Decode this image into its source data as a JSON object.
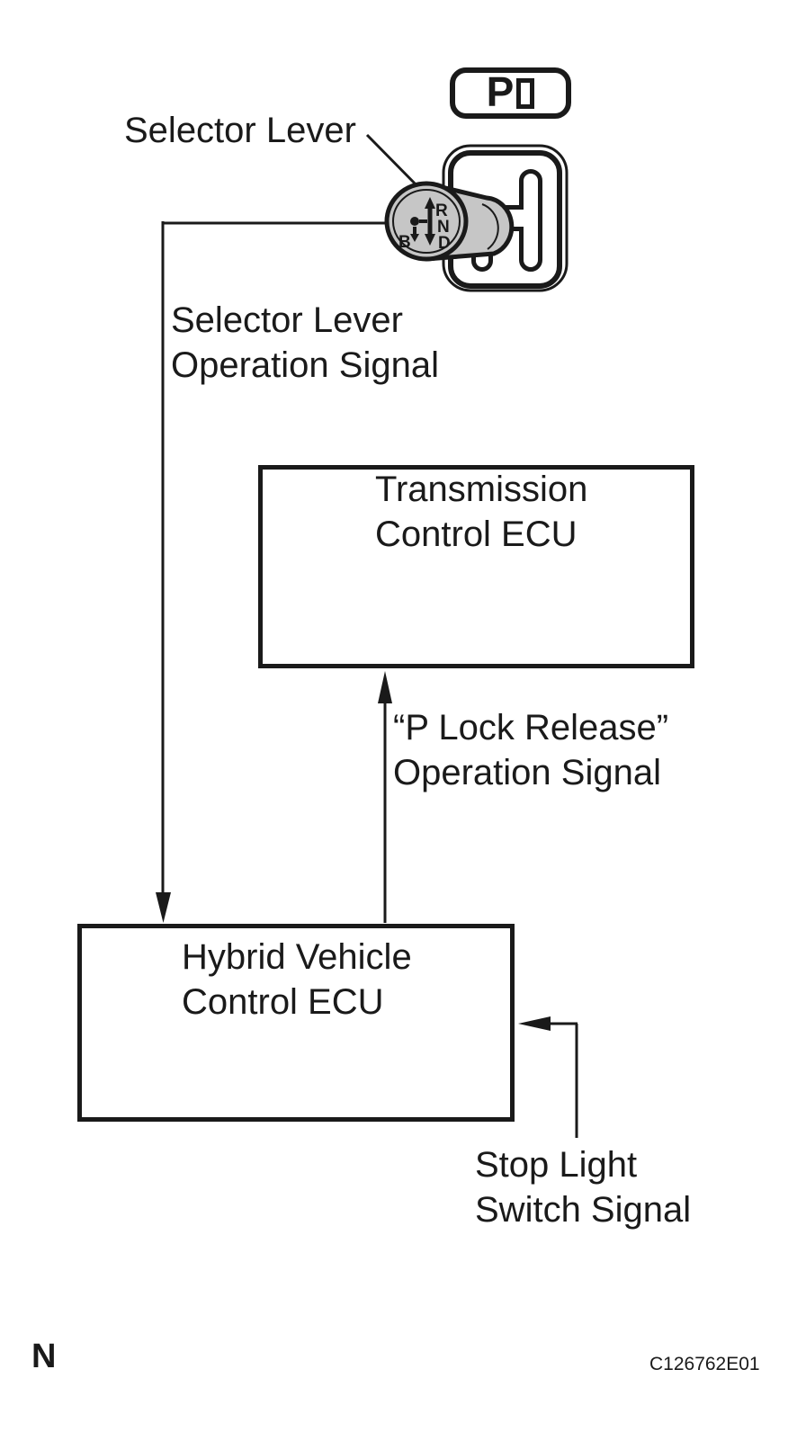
{
  "figure_id": "C126762E01",
  "page_marker": "N",
  "parking_button": {
    "label": "P"
  },
  "selector_lever_label": "Selector Lever",
  "knob_pattern": {
    "r": "R",
    "n": "N",
    "d": "D",
    "b": "B"
  },
  "signals": {
    "selector_lever_operation": {
      "line1": "Selector Lever",
      "line2": "Operation Signal"
    },
    "p_lock_release": {
      "line1": "“P Lock Release”",
      "line2": "Operation Signal"
    },
    "stop_light_switch": {
      "line1": "Stop Light",
      "line2": "Switch Signal"
    }
  },
  "boxes": {
    "transmission_ecu": {
      "line1": "Transmission",
      "line2": "Control ECU"
    },
    "hybrid_ecu": {
      "line1": "Hybrid Vehicle",
      "line2": "Control ECU"
    }
  },
  "colors": {
    "ink": "#1a1a1a",
    "knob_fill": "#c6c6c6",
    "background": "#ffffff"
  }
}
